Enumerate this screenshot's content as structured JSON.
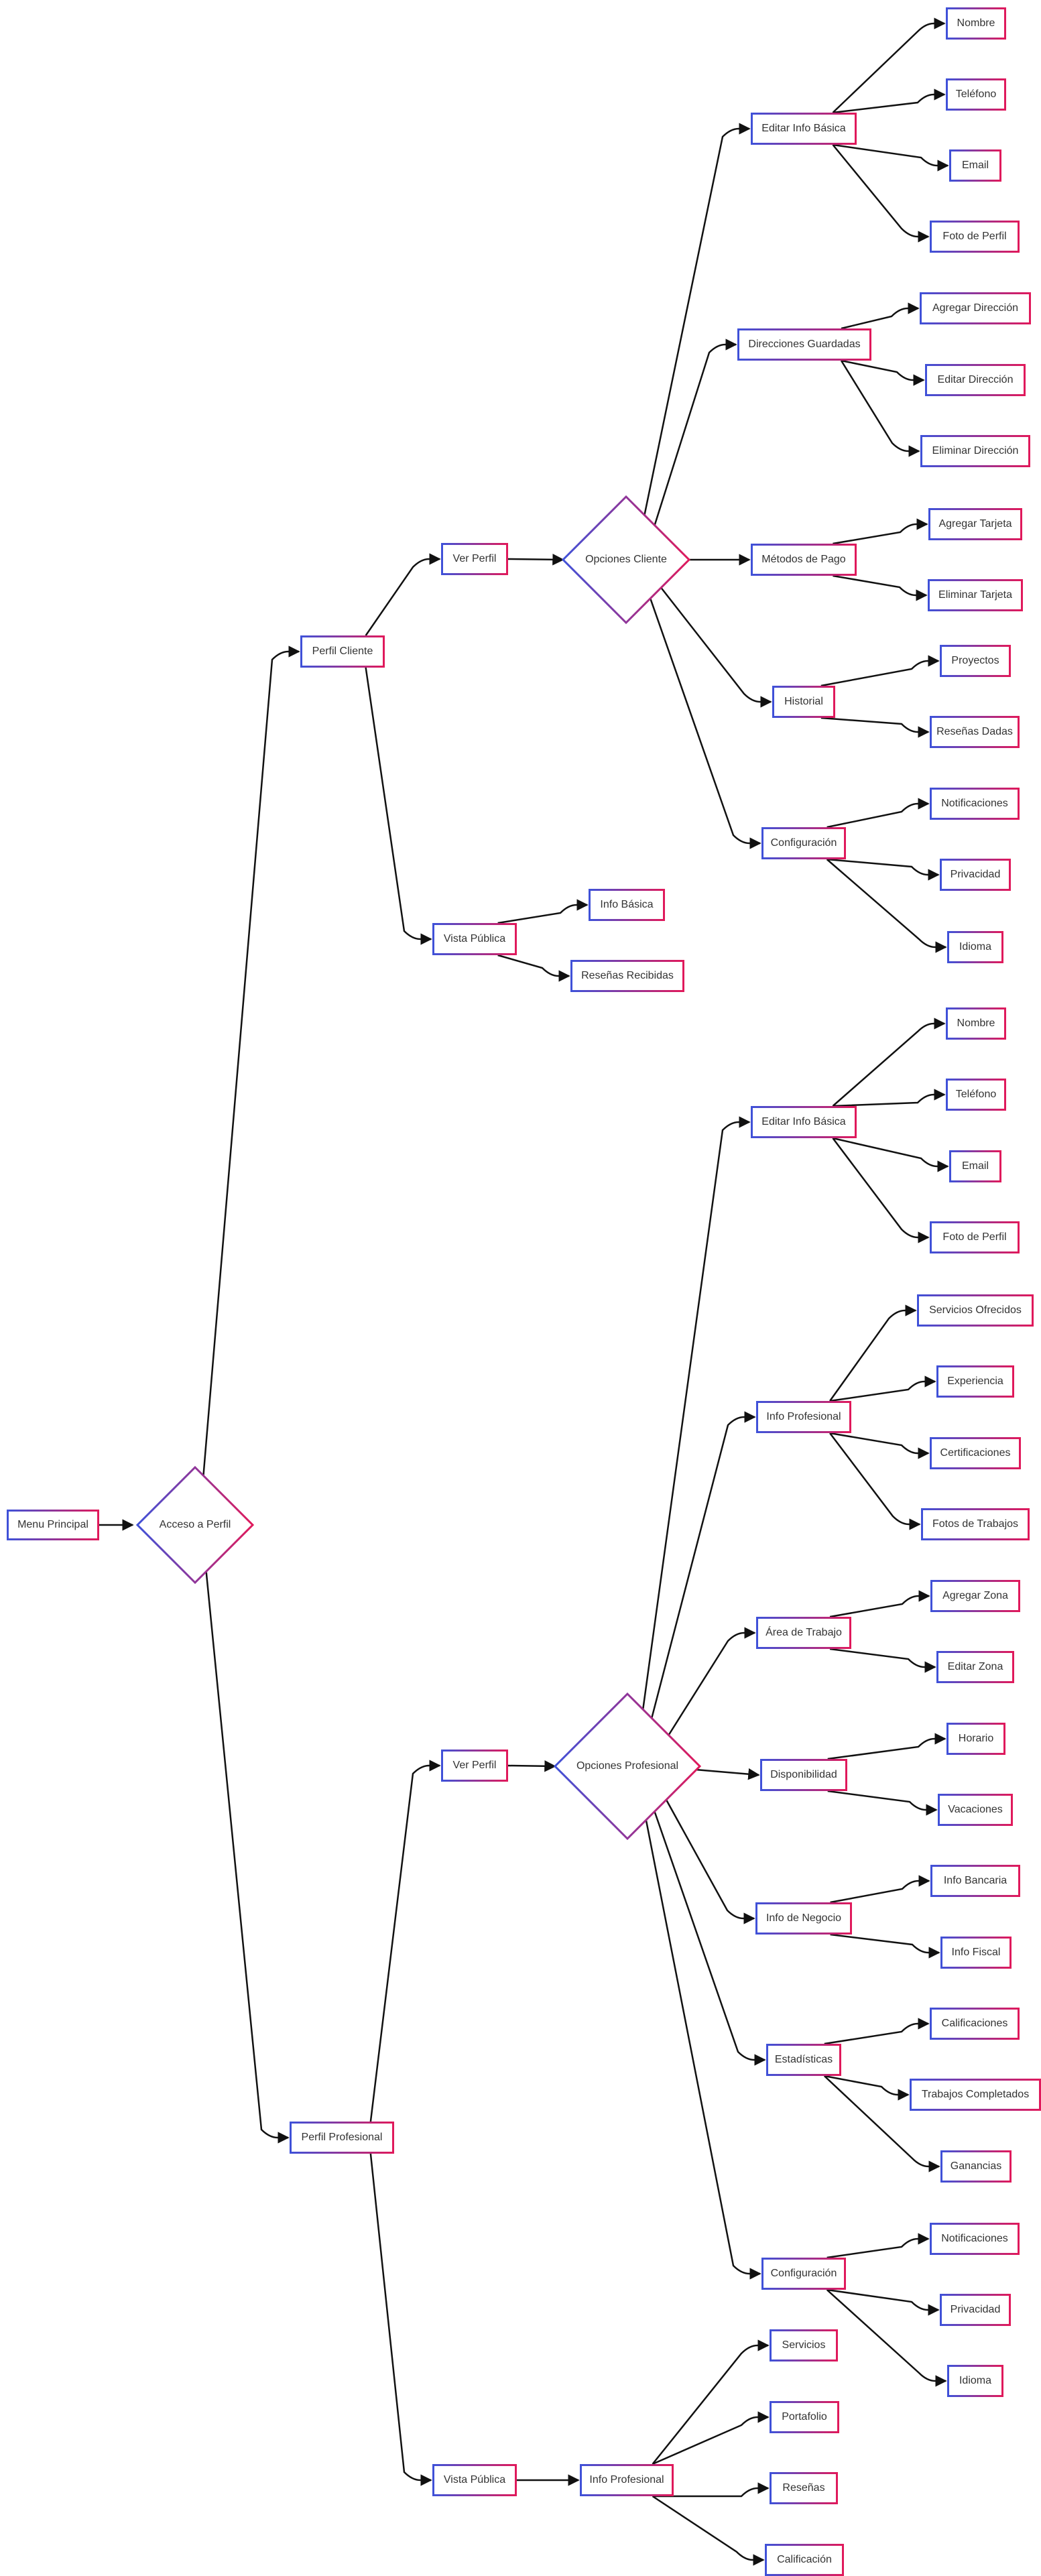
{
  "colors": {
    "edge": "#111111",
    "accent_blue": "#3f51d8",
    "accent_pink": "#e0195b",
    "text": "#333333"
  },
  "nodes": [
    {
      "id": "menu",
      "label": "Menu Principal",
      "shape": "rect"
    },
    {
      "id": "acceso",
      "label": "Acceso a Perfil",
      "shape": "diamond"
    },
    {
      "id": "pcliente",
      "label": "Perfil Cliente",
      "shape": "rect"
    },
    {
      "id": "pprof",
      "label": "Perfil Profesional",
      "shape": "rect"
    },
    {
      "id": "vpc",
      "label": "Ver Perfil",
      "shape": "rect"
    },
    {
      "id": "vpubc",
      "label": "Vista Pública",
      "shape": "rect"
    },
    {
      "id": "opc",
      "label": "Opciones Cliente",
      "shape": "diamond"
    },
    {
      "id": "c_edit",
      "label": "Editar Info Básica",
      "shape": "rect"
    },
    {
      "id": "c_dir",
      "label": "Direcciones Guardadas",
      "shape": "rect"
    },
    {
      "id": "c_pago",
      "label": "Métodos de Pago",
      "shape": "rect"
    },
    {
      "id": "c_hist",
      "label": "Historial",
      "shape": "rect"
    },
    {
      "id": "c_conf",
      "label": "Configuración",
      "shape": "rect"
    },
    {
      "id": "c_nombre",
      "label": "Nombre",
      "shape": "rect"
    },
    {
      "id": "c_tel",
      "label": "Teléfono",
      "shape": "rect"
    },
    {
      "id": "c_email",
      "label": "Email",
      "shape": "rect"
    },
    {
      "id": "c_foto",
      "label": "Foto de Perfil",
      "shape": "rect"
    },
    {
      "id": "c_adddir",
      "label": "Agregar Dirección",
      "shape": "rect"
    },
    {
      "id": "c_editdir",
      "label": "Editar Dirección",
      "shape": "rect"
    },
    {
      "id": "c_deldir",
      "label": "Eliminar Dirección",
      "shape": "rect"
    },
    {
      "id": "c_addtar",
      "label": "Agregar Tarjeta",
      "shape": "rect"
    },
    {
      "id": "c_deltar",
      "label": "Eliminar Tarjeta",
      "shape": "rect"
    },
    {
      "id": "c_proy",
      "label": "Proyectos",
      "shape": "rect"
    },
    {
      "id": "c_resd",
      "label": "Reseñas Dadas",
      "shape": "rect"
    },
    {
      "id": "c_notif",
      "label": "Notificaciones",
      "shape": "rect"
    },
    {
      "id": "c_priv",
      "label": "Privacidad",
      "shape": "rect"
    },
    {
      "id": "c_idioma",
      "label": "Idioma",
      "shape": "rect"
    },
    {
      "id": "vc_info",
      "label": "Info Básica",
      "shape": "rect"
    },
    {
      "id": "vc_res",
      "label": "Reseñas Recibidas",
      "shape": "rect"
    },
    {
      "id": "vpp",
      "label": "Ver Perfil",
      "shape": "rect"
    },
    {
      "id": "vpubp",
      "label": "Vista Pública",
      "shape": "rect"
    },
    {
      "id": "opp",
      "label": "Opciones Profesional",
      "shape": "diamond"
    },
    {
      "id": "p_edit",
      "label": "Editar Info Básica",
      "shape": "rect"
    },
    {
      "id": "p_infop",
      "label": "Info Profesional",
      "shape": "rect"
    },
    {
      "id": "p_area",
      "label": "Área de Trabajo",
      "shape": "rect"
    },
    {
      "id": "p_disp",
      "label": "Disponibilidad",
      "shape": "rect"
    },
    {
      "id": "p_neg",
      "label": "Info de Negocio",
      "shape": "rect"
    },
    {
      "id": "p_est",
      "label": "Estadísticas",
      "shape": "rect"
    },
    {
      "id": "p_conf",
      "label": "Configuración",
      "shape": "rect"
    },
    {
      "id": "p_nombre",
      "label": "Nombre",
      "shape": "rect"
    },
    {
      "id": "p_tel",
      "label": "Teléfono",
      "shape": "rect"
    },
    {
      "id": "p_email",
      "label": "Email",
      "shape": "rect"
    },
    {
      "id": "p_foto",
      "label": "Foto de Perfil",
      "shape": "rect"
    },
    {
      "id": "p_serv",
      "label": "Servicios Ofrecidos",
      "shape": "rect"
    },
    {
      "id": "p_exp",
      "label": "Experiencia",
      "shape": "rect"
    },
    {
      "id": "p_cert",
      "label": "Certificaciones",
      "shape": "rect"
    },
    {
      "id": "p_fotos",
      "label": "Fotos de Trabajos",
      "shape": "rect"
    },
    {
      "id": "p_addz",
      "label": "Agregar Zona",
      "shape": "rect"
    },
    {
      "id": "p_editz",
      "label": "Editar Zona",
      "shape": "rect"
    },
    {
      "id": "p_hor",
      "label": "Horario",
      "shape": "rect"
    },
    {
      "id": "p_vac",
      "label": "Vacaciones",
      "shape": "rect"
    },
    {
      "id": "p_banc",
      "label": "Info Bancaria",
      "shape": "rect"
    },
    {
      "id": "p_fisc",
      "label": "Info Fiscal",
      "shape": "rect"
    },
    {
      "id": "p_calif",
      "label": "Calificaciones",
      "shape": "rect"
    },
    {
      "id": "p_trab",
      "label": "Trabajos Completados",
      "shape": "rect"
    },
    {
      "id": "p_gan",
      "label": "Ganancias",
      "shape": "rect"
    },
    {
      "id": "p_notif",
      "label": "Notificaciones",
      "shape": "rect"
    },
    {
      "id": "p_priv",
      "label": "Privacidad",
      "shape": "rect"
    },
    {
      "id": "p_idioma",
      "label": "Idioma",
      "shape": "rect"
    },
    {
      "id": "vp_infop",
      "label": "Info Profesional",
      "shape": "rect"
    },
    {
      "id": "vp_serv",
      "label": "Servicios",
      "shape": "rect"
    },
    {
      "id": "vp_port",
      "label": "Portafolio",
      "shape": "rect"
    },
    {
      "id": "vp_res",
      "label": "Reseñas",
      "shape": "rect"
    },
    {
      "id": "vp_calif",
      "label": "Calificación",
      "shape": "rect"
    }
  ],
  "edges": [
    [
      "menu",
      "acceso"
    ],
    [
      "acceso",
      "pcliente"
    ],
    [
      "acceso",
      "pprof"
    ],
    [
      "pcliente",
      "vpc"
    ],
    [
      "pcliente",
      "vpubc"
    ],
    [
      "vpc",
      "opc"
    ],
    [
      "opc",
      "c_edit"
    ],
    [
      "opc",
      "c_dir"
    ],
    [
      "opc",
      "c_pago"
    ],
    [
      "opc",
      "c_hist"
    ],
    [
      "opc",
      "c_conf"
    ],
    [
      "c_edit",
      "c_nombre"
    ],
    [
      "c_edit",
      "c_tel"
    ],
    [
      "c_edit",
      "c_email"
    ],
    [
      "c_edit",
      "c_foto"
    ],
    [
      "c_dir",
      "c_adddir"
    ],
    [
      "c_dir",
      "c_editdir"
    ],
    [
      "c_dir",
      "c_deldir"
    ],
    [
      "c_pago",
      "c_addtar"
    ],
    [
      "c_pago",
      "c_deltar"
    ],
    [
      "c_hist",
      "c_proy"
    ],
    [
      "c_hist",
      "c_resd"
    ],
    [
      "c_conf",
      "c_notif"
    ],
    [
      "c_conf",
      "c_priv"
    ],
    [
      "c_conf",
      "c_idioma"
    ],
    [
      "vpubc",
      "vc_info"
    ],
    [
      "vpubc",
      "vc_res"
    ],
    [
      "pprof",
      "vpp"
    ],
    [
      "pprof",
      "vpubp"
    ],
    [
      "vpp",
      "opp"
    ],
    [
      "opp",
      "p_edit"
    ],
    [
      "opp",
      "p_infop"
    ],
    [
      "opp",
      "p_area"
    ],
    [
      "opp",
      "p_disp"
    ],
    [
      "opp",
      "p_neg"
    ],
    [
      "opp",
      "p_est"
    ],
    [
      "opp",
      "p_conf"
    ],
    [
      "p_edit",
      "p_nombre"
    ],
    [
      "p_edit",
      "p_tel"
    ],
    [
      "p_edit",
      "p_email"
    ],
    [
      "p_edit",
      "p_foto"
    ],
    [
      "p_infop",
      "p_serv"
    ],
    [
      "p_infop",
      "p_exp"
    ],
    [
      "p_infop",
      "p_cert"
    ],
    [
      "p_infop",
      "p_fotos"
    ],
    [
      "p_area",
      "p_addz"
    ],
    [
      "p_area",
      "p_editz"
    ],
    [
      "p_disp",
      "p_hor"
    ],
    [
      "p_disp",
      "p_vac"
    ],
    [
      "p_neg",
      "p_banc"
    ],
    [
      "p_neg",
      "p_fisc"
    ],
    [
      "p_est",
      "p_calif"
    ],
    [
      "p_est",
      "p_trab"
    ],
    [
      "p_est",
      "p_gan"
    ],
    [
      "p_conf",
      "p_notif"
    ],
    [
      "p_conf",
      "p_priv"
    ],
    [
      "p_conf",
      "p_idioma"
    ],
    [
      "vpubp",
      "vp_infop"
    ],
    [
      "vp_infop",
      "vp_serv"
    ],
    [
      "vp_infop",
      "vp_port"
    ],
    [
      "vp_infop",
      "vp_res"
    ],
    [
      "vp_infop",
      "vp_calif"
    ]
  ]
}
